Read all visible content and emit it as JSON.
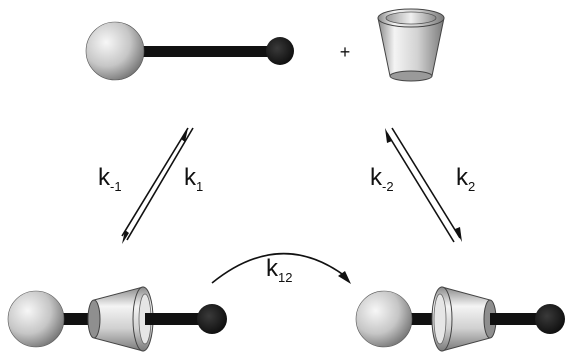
{
  "reactants": {
    "plus_sign": "+"
  },
  "rate_constants": {
    "k1_forward": {
      "base": "k",
      "sub": "1"
    },
    "k1_reverse": {
      "base": "k",
      "sub": "-1"
    },
    "k2_forward": {
      "base": "k",
      "sub": "2"
    },
    "k2_reverse": {
      "base": "k",
      "sub": "-2"
    },
    "k12": {
      "base": "k",
      "sub": "12"
    }
  },
  "colors": {
    "rod": "#111111",
    "ball_light": "#f2f2f2",
    "ball_dark": "#6b6b6b",
    "ring_light": "#f4f4f4",
    "ring_dark": "#7a7a7a",
    "arrow": "#111111"
  },
  "icons": [
    "dumbbell-guest-icon",
    "cyclodextrin-ring-icon",
    "rotaxane-complex-icon",
    "equilibrium-arrow-icon",
    "curved-arrow-icon"
  ]
}
